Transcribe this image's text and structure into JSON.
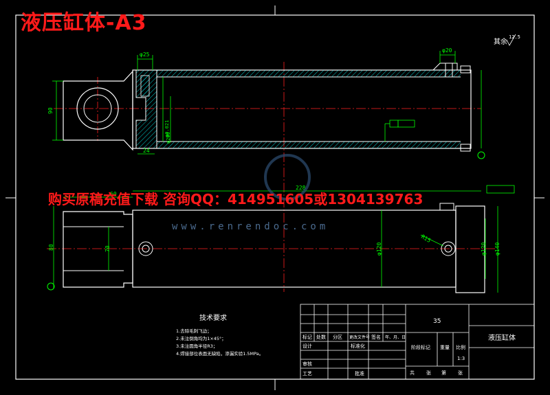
{
  "header": {
    "title": "液压缸体-A3"
  },
  "watermark": {
    "ad_text": "购买原稿充值下载 咨询QQ：414951605或1304139763",
    "site_url": "www.renrendoc.com"
  },
  "drawing": {
    "top_view_dims": {
      "d25": "φ25",
      "d20": "φ20",
      "h90": "90",
      "l24": "24",
      "l200": "φ200",
      "d021": "φ0.021"
    },
    "bottom_view_dims": {
      "l60": "60",
      "l228": "228",
      "h80": "80",
      "h70": "70",
      "d120a": "φ120",
      "d120b": "φ120",
      "d140": "φ140",
      "r15": "R15"
    },
    "roughness_note": "其余",
    "roughness_value": "12.5"
  },
  "tech_req": {
    "title": "技术要求",
    "items": [
      "1.去除毛刺飞边；",
      "2.未注倒角均为1×45°；",
      "3.未注圆角半径R3；",
      "4.焊接部位表面无缺陷，渗漏实验1.5MPa。"
    ]
  },
  "title_block": {
    "material": "35",
    "part_name": "液压缸体",
    "col_mark": "标记",
    "col_count": "处数",
    "col_zone": "分区",
    "col_change_doc": "更改文件号",
    "col_sign": "签名",
    "col_date": "年、月、日",
    "design": "设计",
    "standardize": "标准化",
    "review": "审核",
    "process": "工艺",
    "approve": "批准",
    "stage_mark": "阶段标记",
    "weight": "重量",
    "scale": "比例",
    "scale_value": "1:3",
    "sheet_total": "共",
    "sheet_label": "张",
    "sheet_no": "第",
    "sheet_label2": "张"
  },
  "colors": {
    "outline": "#ffffff",
    "dimension": "#00ff00",
    "centerline": "#ff2020",
    "hatch": "#00ffff",
    "title_text": "#ff1a1a"
  }
}
